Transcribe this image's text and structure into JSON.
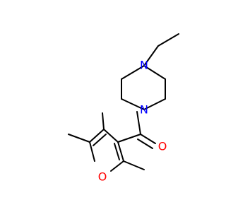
{
  "molecule": {
    "colors": {
      "bond": "#000000",
      "nitrogen": "#0000ff",
      "oxygen": "#ff0000",
      "background": "#ffffff"
    },
    "atoms": {
      "n_top": "N",
      "n_bottom": "N",
      "o_carbonyl": "O",
      "o_furan": "O"
    }
  }
}
